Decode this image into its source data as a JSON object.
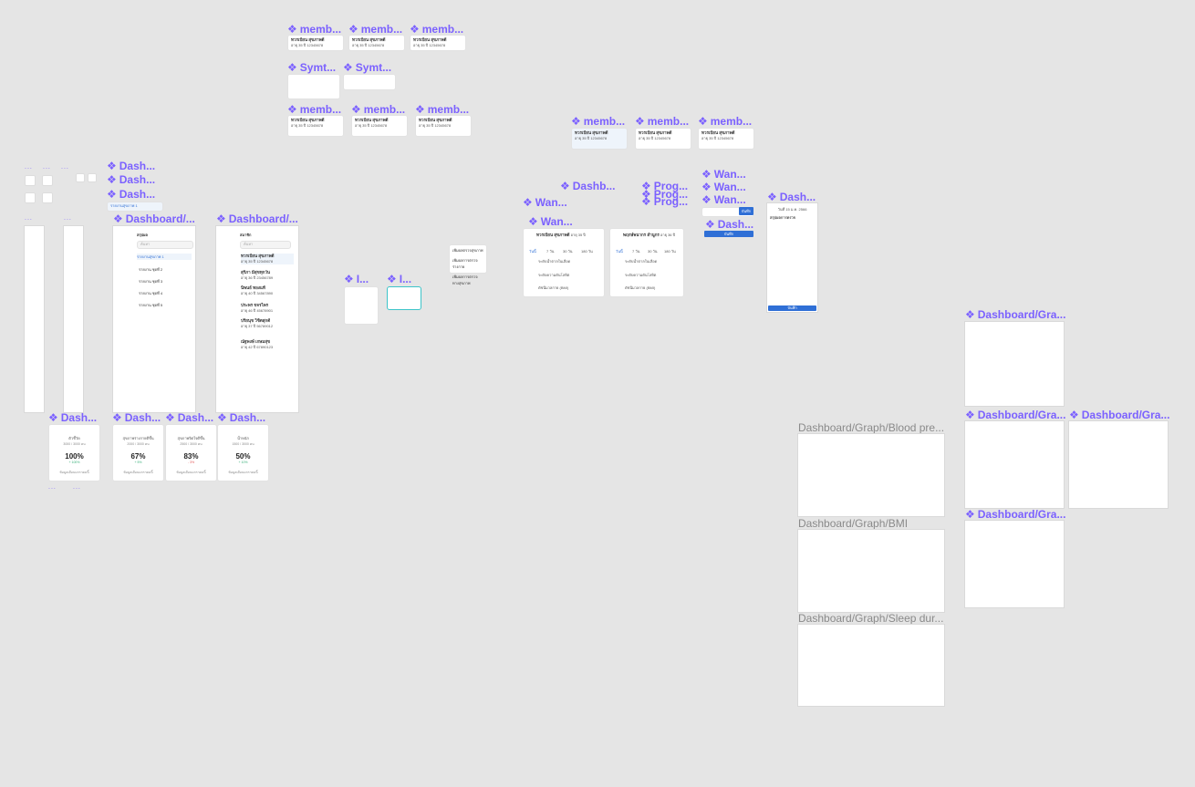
{
  "labels": {
    "memb": "memb...",
    "symt": "Symt...",
    "dash": "Dash...",
    "dashboard_slash": "Dashboard/...",
    "wan": "Wan...",
    "prog": "Prog...",
    "dashb": "Dashb...",
    "i": "I...",
    "dashboard_gra": "Dashboard/Gra...",
    "graph_bp": "Dashboard/Graph/Blood pre...",
    "graph_bmi": "Dashboard/Graph/BMI",
    "graph_sleep": "Dashboard/Graph/Sleep dur...",
    "ellipsis": "..."
  },
  "member": {
    "name": "ทวรเบียน สุขภาพดี",
    "meta": "อายุ 35 ปี 12345678"
  },
  "sidebar": {
    "summary_title": "สรุปผล",
    "members_title": "สมาชิก",
    "search_placeholder": "ค้นหา",
    "summary_items": [
      "รายงานสุขภาพ 1",
      "รายงาน ชุดที่ 2",
      "รายงาน ชุดที่ 3",
      "รายงาน ชุดที่ 4",
      "รายงาน ชุดที่ 5"
    ],
    "members": [
      {
        "name": "ทวรเบียน สุขภาพดี",
        "meta": "อายุ 35 ปี 12345678"
      },
      {
        "name": "สุรีภา มีสุขทุกวัน",
        "meta": "อายุ 36 ปี 23456789"
      },
      {
        "name": "นิพนธ์ ทองแท้",
        "meta": "อายุ 40 ปี 34567890"
      },
      {
        "name": "ประพร ขจรไพร",
        "meta": "อายุ 46 ปี 45678901"
      },
      {
        "name": "ปรียนุช วิชิตสุกดี",
        "meta": "อายุ 37 ปี 56789012"
      },
      {
        "name": "ณัฐพงษ์ เกษมสุข",
        "meta": "อายุ 42 ปี 67890123"
      }
    ]
  },
  "stats": [
    {
      "title": "ตัวชี้วัด",
      "sub": "3000 / 3000 คน",
      "value": "100%",
      "delta": "+ 100%",
      "note": "ข้อมูลเดือนมกราคมนี้",
      "color": "#e8a33b"
    },
    {
      "title": "สุขภาพร่างกายดีขึ้น",
      "sub": "2000 / 3000 คน",
      "value": "67%",
      "delta": "+ 5%",
      "note": "ข้อมูลเดือนมกราคมนี้",
      "color": "#e8a33b"
    },
    {
      "title": "สุขภาพจิตใจดีขึ้น",
      "sub": "2500 / 3000 คน",
      "value": "83%",
      "delta": "- 3%",
      "note": "ข้อมูลเดือนมกราคมนี้",
      "color": "#e35a5a"
    },
    {
      "title": "น้ำหนัก",
      "sub": "1500 / 3000 คน",
      "value": "50%",
      "delta": "+ 10%",
      "note": "ข้อมูลเดือนมกราคมนี้",
      "color": "#3ab07a"
    }
  ],
  "menu": [
    "เพิ่มผลตรวจสุขภาพ",
    "เพิ่มผลการตรวจร่างกาย",
    "เพิ่มผลการตรวจทางสุขภาพ"
  ],
  "patients": [
    {
      "name": "ทวรเบียน สุขภาพดี",
      "meta": "อายุ 35 ปี",
      "metrics": [
        "ระดับน้ำตาลในเลือด",
        "ระดับความดันโลหิต",
        "ดัชนีมวลกาย (BMI)"
      ]
    },
    {
      "name": "พฤกษ์พนากร สำนูกร",
      "meta": "อายุ 36 ปี",
      "metrics": [
        "ระดับน้ำตาลในเลือด",
        "ระดับความดันโลหิต",
        "ดัชนีมวลกาย (BMI)"
      ]
    }
  ],
  "tabs": [
    "วันนี้",
    "7 วัน",
    "30 วัน",
    "180 วัน"
  ],
  "buttons": {
    "save": "บันทึก",
    "submit": "บันทึก"
  },
  "note": {
    "date": "วันที่ 15 ม.ค. 2566",
    "title": "สรุปผลการตรวจ"
  },
  "colors": {
    "accent": "#7b61ff",
    "blue": "#2f6fd6",
    "teal": "#3cc4c9"
  }
}
